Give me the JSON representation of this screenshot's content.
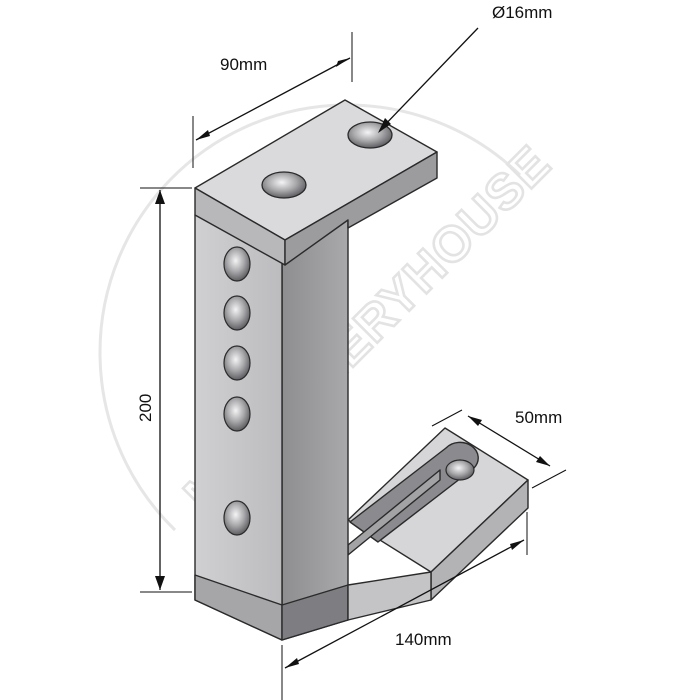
{
  "dimensions": {
    "hole_diameter": "Ø16mm",
    "top_width": "90mm",
    "height": "200",
    "foot_width": "50mm",
    "foot_length": "140mm"
  },
  "watermark": {
    "text": "MACHINERYHOUSE"
  },
  "colors": {
    "face_front": "#c7c7c9",
    "face_side": "#9a9a9d",
    "face_top": "#d8d8da",
    "edge": "#2a2a2a",
    "hole": "#7c7c80"
  }
}
